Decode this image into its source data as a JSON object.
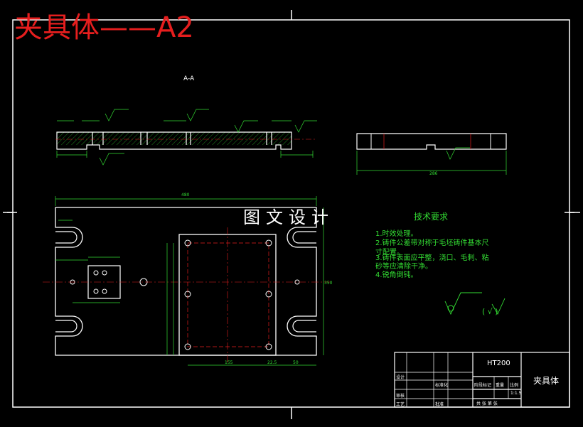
{
  "drawing": {
    "title": "夹具体——A2",
    "watermark": "图文设计",
    "section_label": "A-A",
    "technical_requirements": {
      "heading": "技术要求",
      "lines": [
        "1.时效处理。",
        "2.铸件公差带对称于毛坯铸件基本尺",
        "寸配置。",
        "3.铸件表面应平整，浇口、毛刺、粘",
        "砂等应清除干净。",
        "4.锐角倒钝。"
      ]
    },
    "roughness_symbol": "( √ )",
    "title_block": {
      "material": "HT200",
      "part_name": "夹具体",
      "scale": "1:1.5",
      "labels": [
        "设计",
        "标准化",
        "审核",
        "工艺",
        "批准",
        "阶段标记",
        "重量",
        "比例",
        "共 张 第 张"
      ]
    },
    "dimensions": {
      "overall_length": "480",
      "side_view_width": "286",
      "plan_height": "350",
      "hole_spacing": "155",
      "edge": "22.5",
      "base": "50"
    },
    "colors": {
      "frame": "#ffffff",
      "dimension": "#33dd33",
      "hatch": "#33dd33",
      "centerline": "#e61e1e",
      "title": "#e61e1e"
    }
  }
}
